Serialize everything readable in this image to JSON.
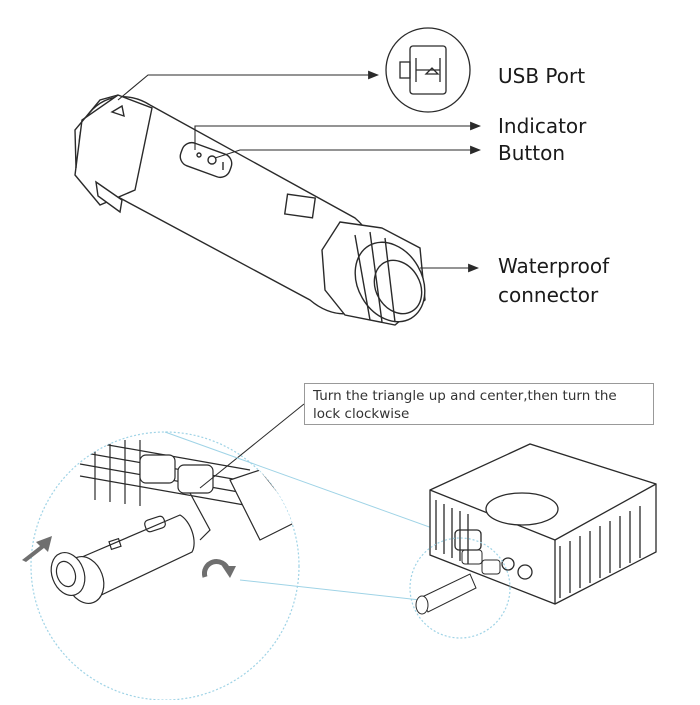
{
  "labels": {
    "usb_port": "USB Port",
    "indicator": "Indicator",
    "button": "Button",
    "waterproof_line1": "Waterproof",
    "waterproof_line2": "connector"
  },
  "instruction": "Turn the triangle up and center,then turn the lock clockwise",
  "colors": {
    "line": "#2a2a2a",
    "detail_circle": "#9fd3e6",
    "arrow": "#6f6f6f"
  },
  "icons": [
    "usb-port-detail-icon",
    "insert-arrow-icon",
    "rotate-clockwise-icon"
  ]
}
